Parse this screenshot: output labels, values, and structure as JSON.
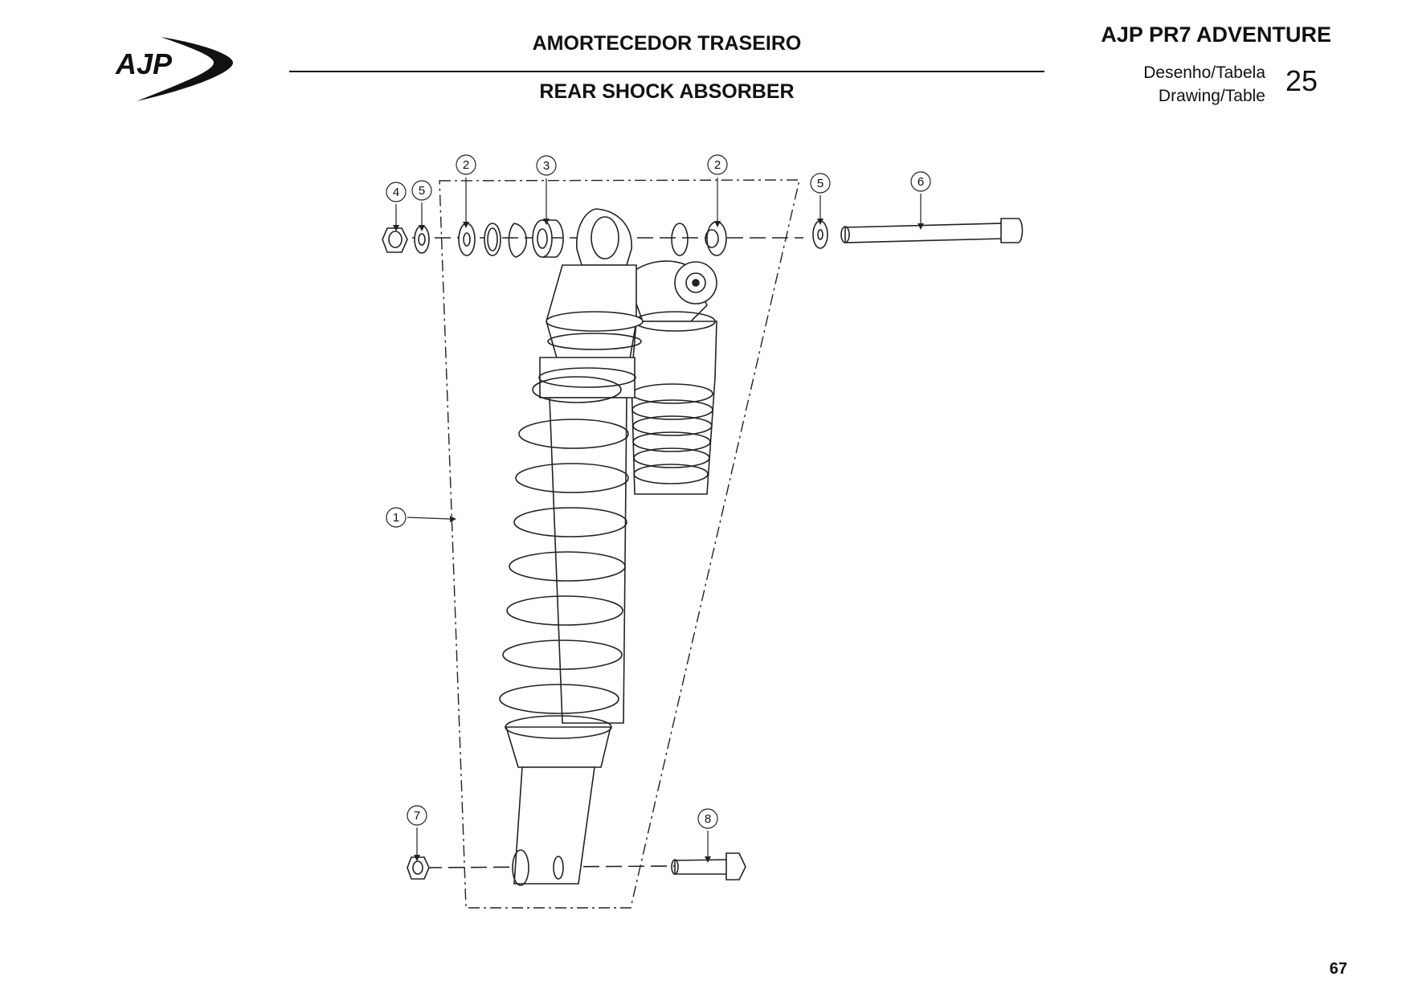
{
  "brand": {
    "logo_text": "AJP"
  },
  "header": {
    "title_pt": "AMORTECEDOR TRASEIRO",
    "title_en": "REAR SHOCK ABSORBER",
    "model": "AJP PR7 ADVENTURE",
    "drawing_label_pt": "Desenho/Tabela",
    "drawing_label_en": "Drawing/Table",
    "drawing_number": "25"
  },
  "callouts": [
    "1",
    "2",
    "3",
    "2",
    "4",
    "5",
    "5",
    "6",
    "7",
    "8"
  ],
  "footer": {
    "page_number": "67"
  }
}
